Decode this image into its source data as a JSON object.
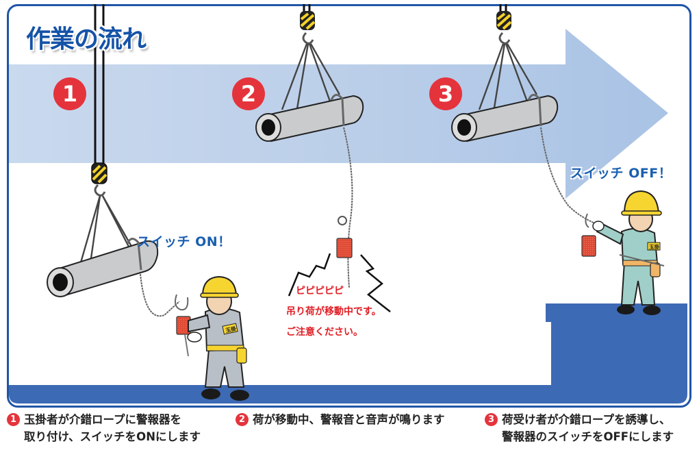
{
  "title": "作業の流れ",
  "colors": {
    "frame_border": "#1f55a6",
    "title_blue": "#1553a8",
    "arrow_light": "#c5d6ec",
    "arrow_mid": "#a9c3e5",
    "floor_blue": "#3d6ab4",
    "badge_red": "#e5333c",
    "alarm_red": "#e04a35",
    "helmet_yellow": "#f7d531",
    "uniform_gray": "#b9bfc7",
    "uniform_teal": "#9fcfc8",
    "callout_red": "#e11d25",
    "callout_blue": "#1a5fb0"
  },
  "steps": [
    {
      "number": "1",
      "badge": "1",
      "callout": "スイッチ ON！",
      "caption_line1": "玉掛者が介錯ロープに警報器を",
      "caption_line2": "取り付け、スイッチをONにします"
    },
    {
      "number": "2",
      "badge": "2",
      "sound": "ピピピピピ",
      "voice_line1": "吊り荷が移動中です。",
      "voice_line2": "ご注意ください。",
      "caption_line1": "荷が移動中、警報音と音声が鳴ります"
    },
    {
      "number": "3",
      "badge": "3",
      "callout": "スイッチ OFF！",
      "caption_line1": "荷受け者が介錯ロープを誘導し、",
      "caption_line2": "警報器のスイッチをOFFにします"
    }
  ],
  "armband_text": "玉掛"
}
